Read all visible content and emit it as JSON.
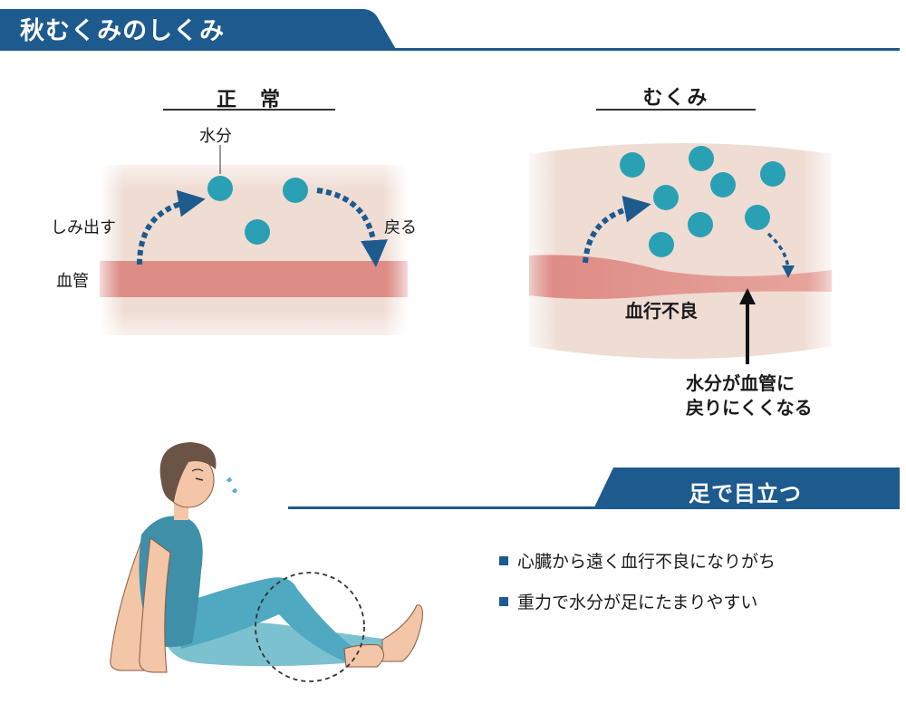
{
  "title": "秋むくみのしくみ",
  "normal": {
    "heading": "正　常",
    "water_label": "水分",
    "seep_label": "しみ出す",
    "return_label": "戻る",
    "vessel_label": "血管"
  },
  "swelling": {
    "heading": "むくみ",
    "circulation_label": "血行不良",
    "note_lines": [
      "水分が血管に",
      "戻りにくくなる"
    ]
  },
  "legs": {
    "heading": "足で目立つ",
    "bullets": [
      "心臓から遠く血行不良になりがち",
      "重力で水分が足にたまりやすい"
    ]
  },
  "colors": {
    "accent": "#1d5a8e",
    "water_drop": "#2aa0b4",
    "tissue": "#efdcd3",
    "vessel": "#de8c86",
    "outfit": "#3f8fa8"
  }
}
